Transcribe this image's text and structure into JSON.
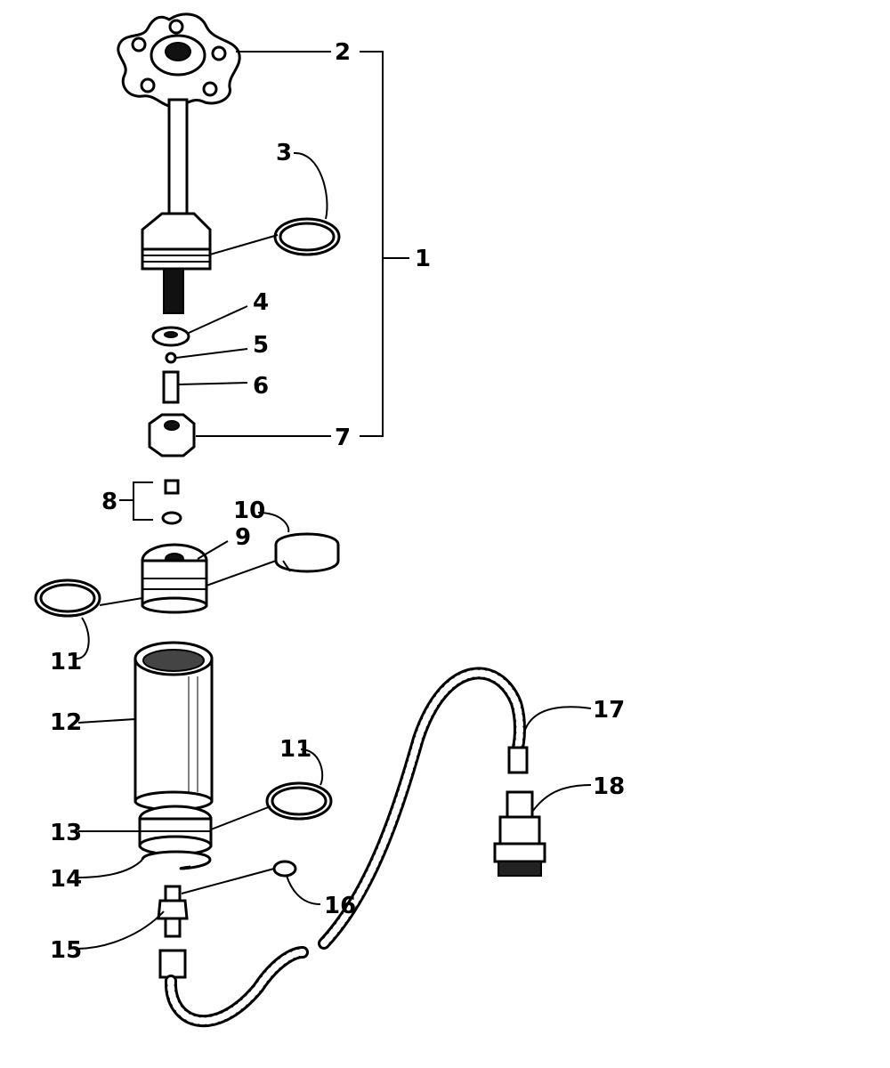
{
  "callouts": {
    "c1": "1",
    "c2": "2",
    "c3": "3",
    "c4": "4",
    "c5": "5",
    "c6": "6",
    "c7": "7",
    "c8": "8",
    "c9": "9",
    "c10": "10",
    "c11a": "11",
    "c11b": "11",
    "c12": "12",
    "c13": "13",
    "c14": "14",
    "c15": "15",
    "c16": "16",
    "c17": "17",
    "c18": "18"
  },
  "icons": {
    "knob": "star-knob",
    "cylinder": "tube",
    "hose": "flex-hose",
    "coupler": "quick-coupler"
  }
}
